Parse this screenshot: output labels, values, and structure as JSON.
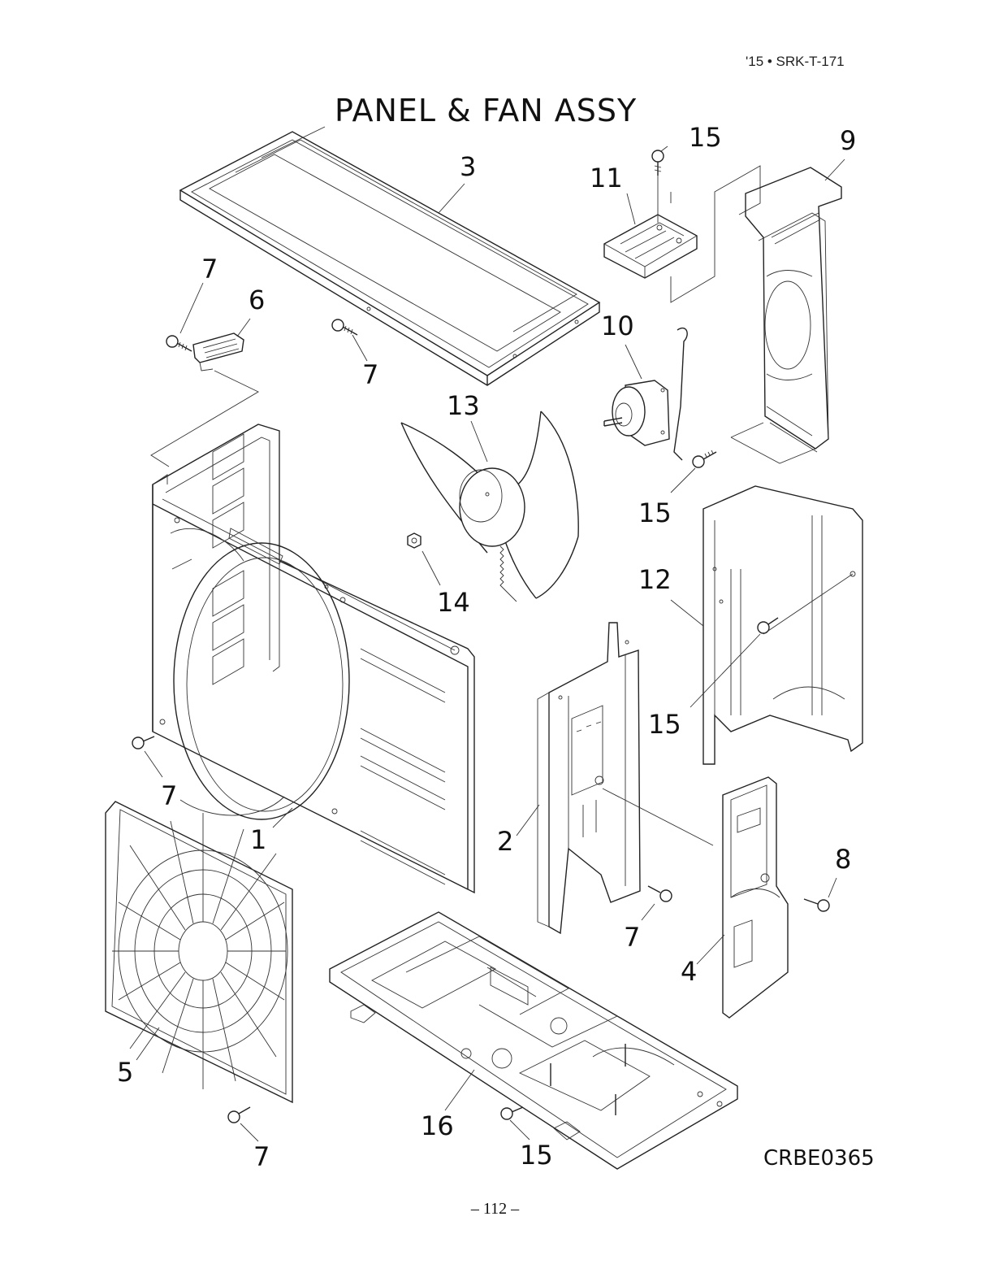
{
  "header": {
    "doc_code": "'15 • SRK-T-171",
    "title": "PANEL & FAN ASSY"
  },
  "footer": {
    "drawing_code": "CRBE0365",
    "page_number": "– 112 –"
  },
  "callouts": {
    "c1": "1",
    "c2": "2",
    "c3": "3",
    "c4": "4",
    "c5": "5",
    "c6": "6",
    "c7a": "7",
    "c7b": "7",
    "c7c": "7",
    "c7d": "7",
    "c7e": "7",
    "c8": "8",
    "c9": "9",
    "c10": "10",
    "c11": "11",
    "c12": "12",
    "c13": "13",
    "c14": "14",
    "c15a": "15",
    "c15b": "15",
    "c15c": "15",
    "c15d": "15",
    "c16": "16"
  }
}
